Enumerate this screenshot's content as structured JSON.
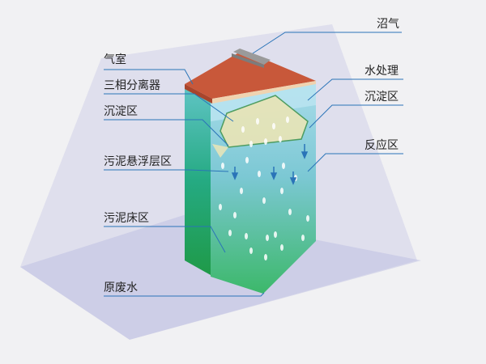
{
  "labels": {
    "biogas": "沼气",
    "gas_chamber": "气室",
    "three_phase_separator": "三相分离器",
    "settling_zone_left": "沉淀区",
    "sludge_suspension_layer": "污泥悬浮层区",
    "sludge_bed": "污泥床区",
    "raw_wastewater": "原废水",
    "water_treatment": "水处理",
    "settling_zone_right": "沉淀区",
    "reaction_zone": "反应区"
  },
  "colors": {
    "background": "#f1f1f3",
    "roof": "#c8583a",
    "top_water": "#a6d9ea",
    "reactor_green": "#3cb86a",
    "reactor_teal": "#72c3cf",
    "leader_line": "#2a74b8",
    "flow_arrow": "#2a74b8"
  }
}
